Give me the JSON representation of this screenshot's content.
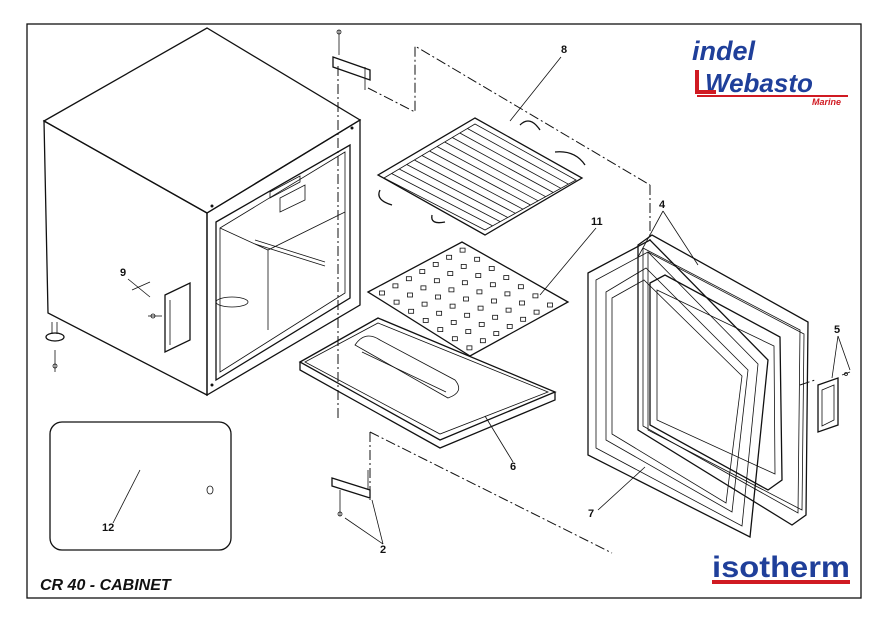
{
  "drawing": {
    "title": "CR 40 - CABINET"
  },
  "brand": {
    "logo_top_line1": "indel",
    "logo_top_line2": "Webasto",
    "logo_top_line3": "Marine",
    "logo_bottom": "isotherm",
    "color_blue": "#1f3f9a",
    "color_red": "#d01a22"
  },
  "callouts": {
    "c2": "2",
    "c4": "4",
    "c5": "5",
    "c6": "6",
    "c7": "7",
    "c8": "8",
    "c9": "9",
    "c11": "11",
    "c12": "12"
  }
}
